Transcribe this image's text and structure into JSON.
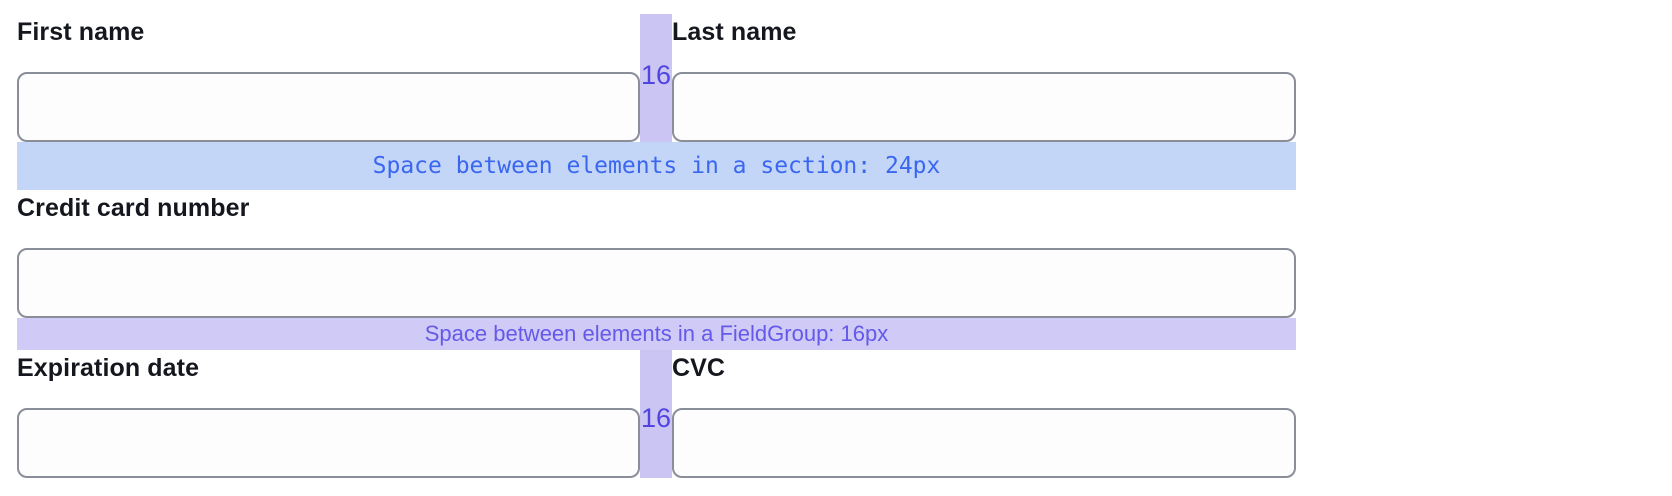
{
  "colors": {
    "label_text": "#15171e",
    "input_border": "#8a8e99",
    "input_background": "#fdfdfe",
    "section_spacer_background": "#c3d6f8",
    "section_spacer_text": "#3a66f0",
    "fieldgroup_spacer_background": "#d0caf6",
    "fieldgroup_spacer_text": "#6459e8",
    "gap_band_background": "#cbc5f3",
    "gap_label_text": "#5044e0"
  },
  "rows": {
    "name_row": {
      "first_name": {
        "label": "First name",
        "value": ""
      },
      "last_name": {
        "label": "Last name",
        "value": ""
      },
      "gap_label": "16"
    },
    "card_row": {
      "card_number": {
        "label": "Credit card number",
        "value": ""
      }
    },
    "expiry_row": {
      "expiration_date": {
        "label": "Expiration date",
        "value": ""
      },
      "cvc": {
        "label": "CVC",
        "value": ""
      },
      "gap_label": "16"
    }
  },
  "spacers": {
    "section": {
      "label": "Space between elements in a section: 24px"
    },
    "fieldgroup": {
      "label": "Space between elements in a FieldGroup: 16px"
    }
  }
}
